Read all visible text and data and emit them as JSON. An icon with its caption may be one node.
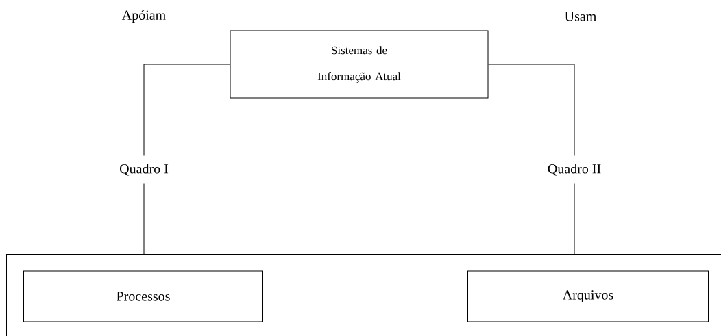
{
  "diagram": {
    "nodes": [
      {
        "text": [
          "Sistemas de Informação Atual"
        ]
      },
      {
        "text": [
          "Quadro I"
        ]
      },
      {
        "text": [
          "Quadro II"
        ]
      },
      {
        "text": [],
        "shape": "box"
      },
      {
        "text": [
          "Processos"
        ],
        "in": 3
      },
      {
        "text": [
          "Arquivos"
        ],
        "in": 3
      }
    ],
    "edges": [
      {
        "from": 0,
        "to": 1,
        "arrow": "none"
      },
      {
        "from": 0,
        "to": 2,
        "arrow": "none"
      },
      {
        "from": 1,
        "to": 3,
        "arrow": "none"
      },
      {
        "from": 2,
        "to": 3,
        "arrow": "none"
      }
    ],
    "labels": [
      "Apóiam",
      "Usam"
    ]
  }
}
